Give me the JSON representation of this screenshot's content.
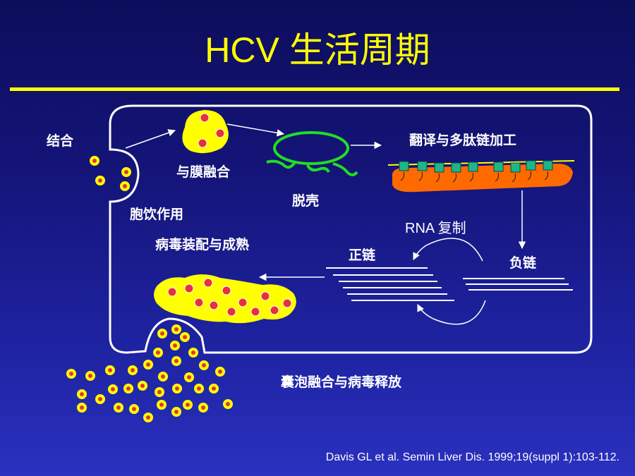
{
  "title": "HCV 生活周期",
  "labels": {
    "binding": "结合",
    "membrane_fusion": "与膜融合",
    "uncoating": "脱壳",
    "translation": "翻译与多肽链加工",
    "pinocytosis": "胞饮作用",
    "assembly": "病毒装配与成熟",
    "rna_replication": "RNA 复制",
    "positive_strand": "正链",
    "negative_strand": "负链",
    "release": "囊泡融合与病毒释放"
  },
  "citation": "Davis GL et al. Semin Liver Dis. 1999;19(suppl 1):103-112.",
  "colors": {
    "background_top": "#0d0d5c",
    "background_bottom": "#2a31be",
    "title": "#ffff00",
    "virion_fill": "#ffff00",
    "virion_core": "#e8303a",
    "rna": "#22dd22",
    "ribosome": "#1fb58a",
    "polypeptide": "#ff6a00",
    "cell_membrane": "#ffffff"
  }
}
